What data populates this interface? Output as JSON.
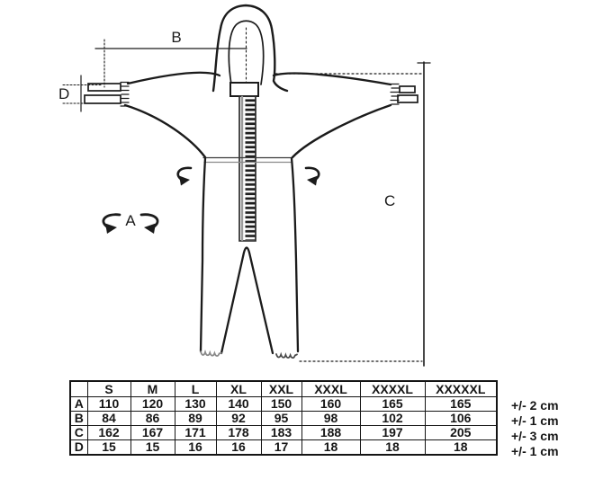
{
  "diagram": {
    "labels": {
      "a": "A",
      "b": "B",
      "c": "C",
      "d": "D"
    }
  },
  "table": {
    "corner": "",
    "sizes": [
      "S",
      "M",
      "L",
      "XL",
      "XXL",
      "XXXL",
      "XXXXL",
      "XXXXXL"
    ],
    "rows": [
      {
        "label": "A",
        "values": [
          "110",
          "120",
          "130",
          "140",
          "150",
          "160",
          "165",
          "165"
        ],
        "tolerance": "+/- 2 cm"
      },
      {
        "label": "B",
        "values": [
          "84",
          "86",
          "89",
          "92",
          "95",
          "98",
          "102",
          "106"
        ],
        "tolerance": "+/- 1 cm"
      },
      {
        "label": "C",
        "values": [
          "162",
          "167",
          "171",
          "178",
          "183",
          "188",
          "197",
          "205"
        ],
        "tolerance": "+/- 3 cm"
      },
      {
        "label": "D",
        "values": [
          "15",
          "15",
          "16",
          "16",
          "17",
          "18",
          "18",
          "18"
        ],
        "tolerance": "+/- 1 cm"
      }
    ]
  },
  "colors": {
    "ink": "#1b1b1b",
    "muted_value": "#9a9a9a"
  }
}
